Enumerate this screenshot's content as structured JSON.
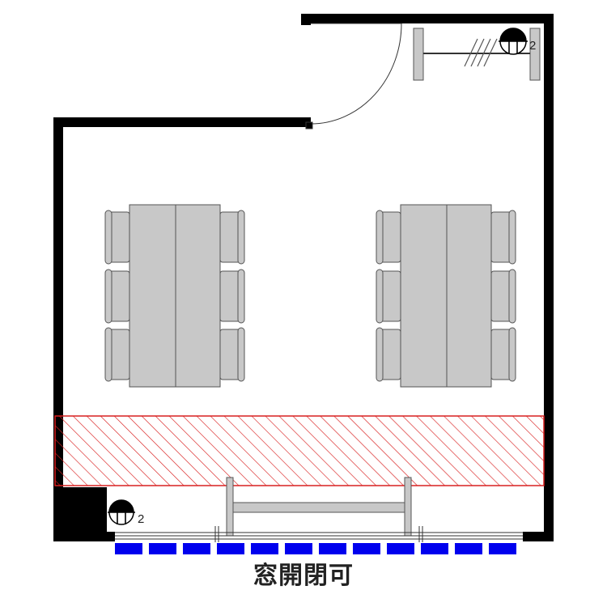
{
  "floorplan": {
    "window_note": "窓開閉可",
    "outlet_tags": [
      "2",
      "2"
    ],
    "colors": {
      "wall": "#000000",
      "furniture_fill": "#c8c8c8",
      "furniture_stroke": "#555555",
      "hatch": "#d92020",
      "window_blue": "#0000ee",
      "background": "#ffffff"
    },
    "icons": [
      "outlet-icon",
      "door-swing",
      "window-panel",
      "hatched-zone"
    ]
  }
}
